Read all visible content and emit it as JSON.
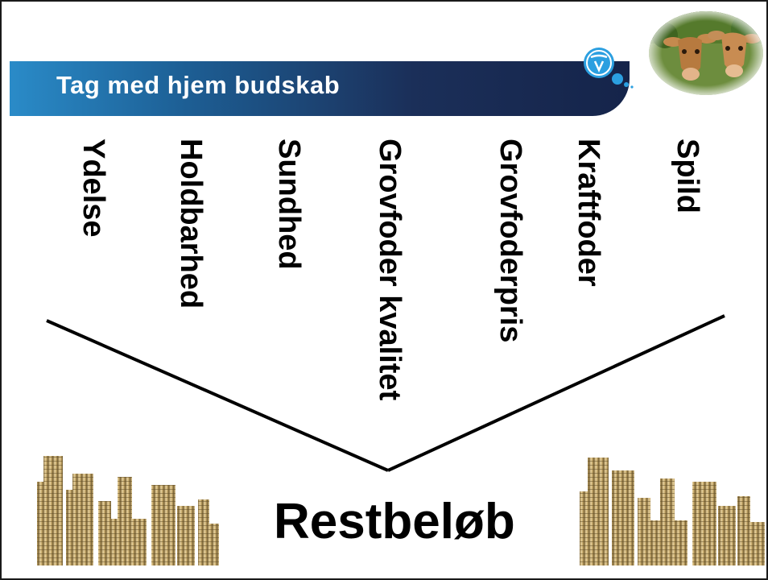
{
  "slide": {
    "title": "Tag med hjem budskab",
    "factors": [
      "Ydelse",
      "Holdbarhed",
      "Sundhed",
      "Grovfoder kvalitet",
      "Grovfoderpris",
      "Kraftfoder",
      "Spild"
    ],
    "result": "Restbeløb"
  },
  "icons": {
    "logo": "cow-head-logo-icon",
    "photo": "cows-photo",
    "coins_left": "coin-stacks-image",
    "coins_right": "coin-stacks-image"
  },
  "colors": {
    "title_bar_start": "#2a8bc8",
    "title_bar_end": "#15244a",
    "title_text": "#ffffff",
    "logo_blue": "#2b9fe0"
  }
}
